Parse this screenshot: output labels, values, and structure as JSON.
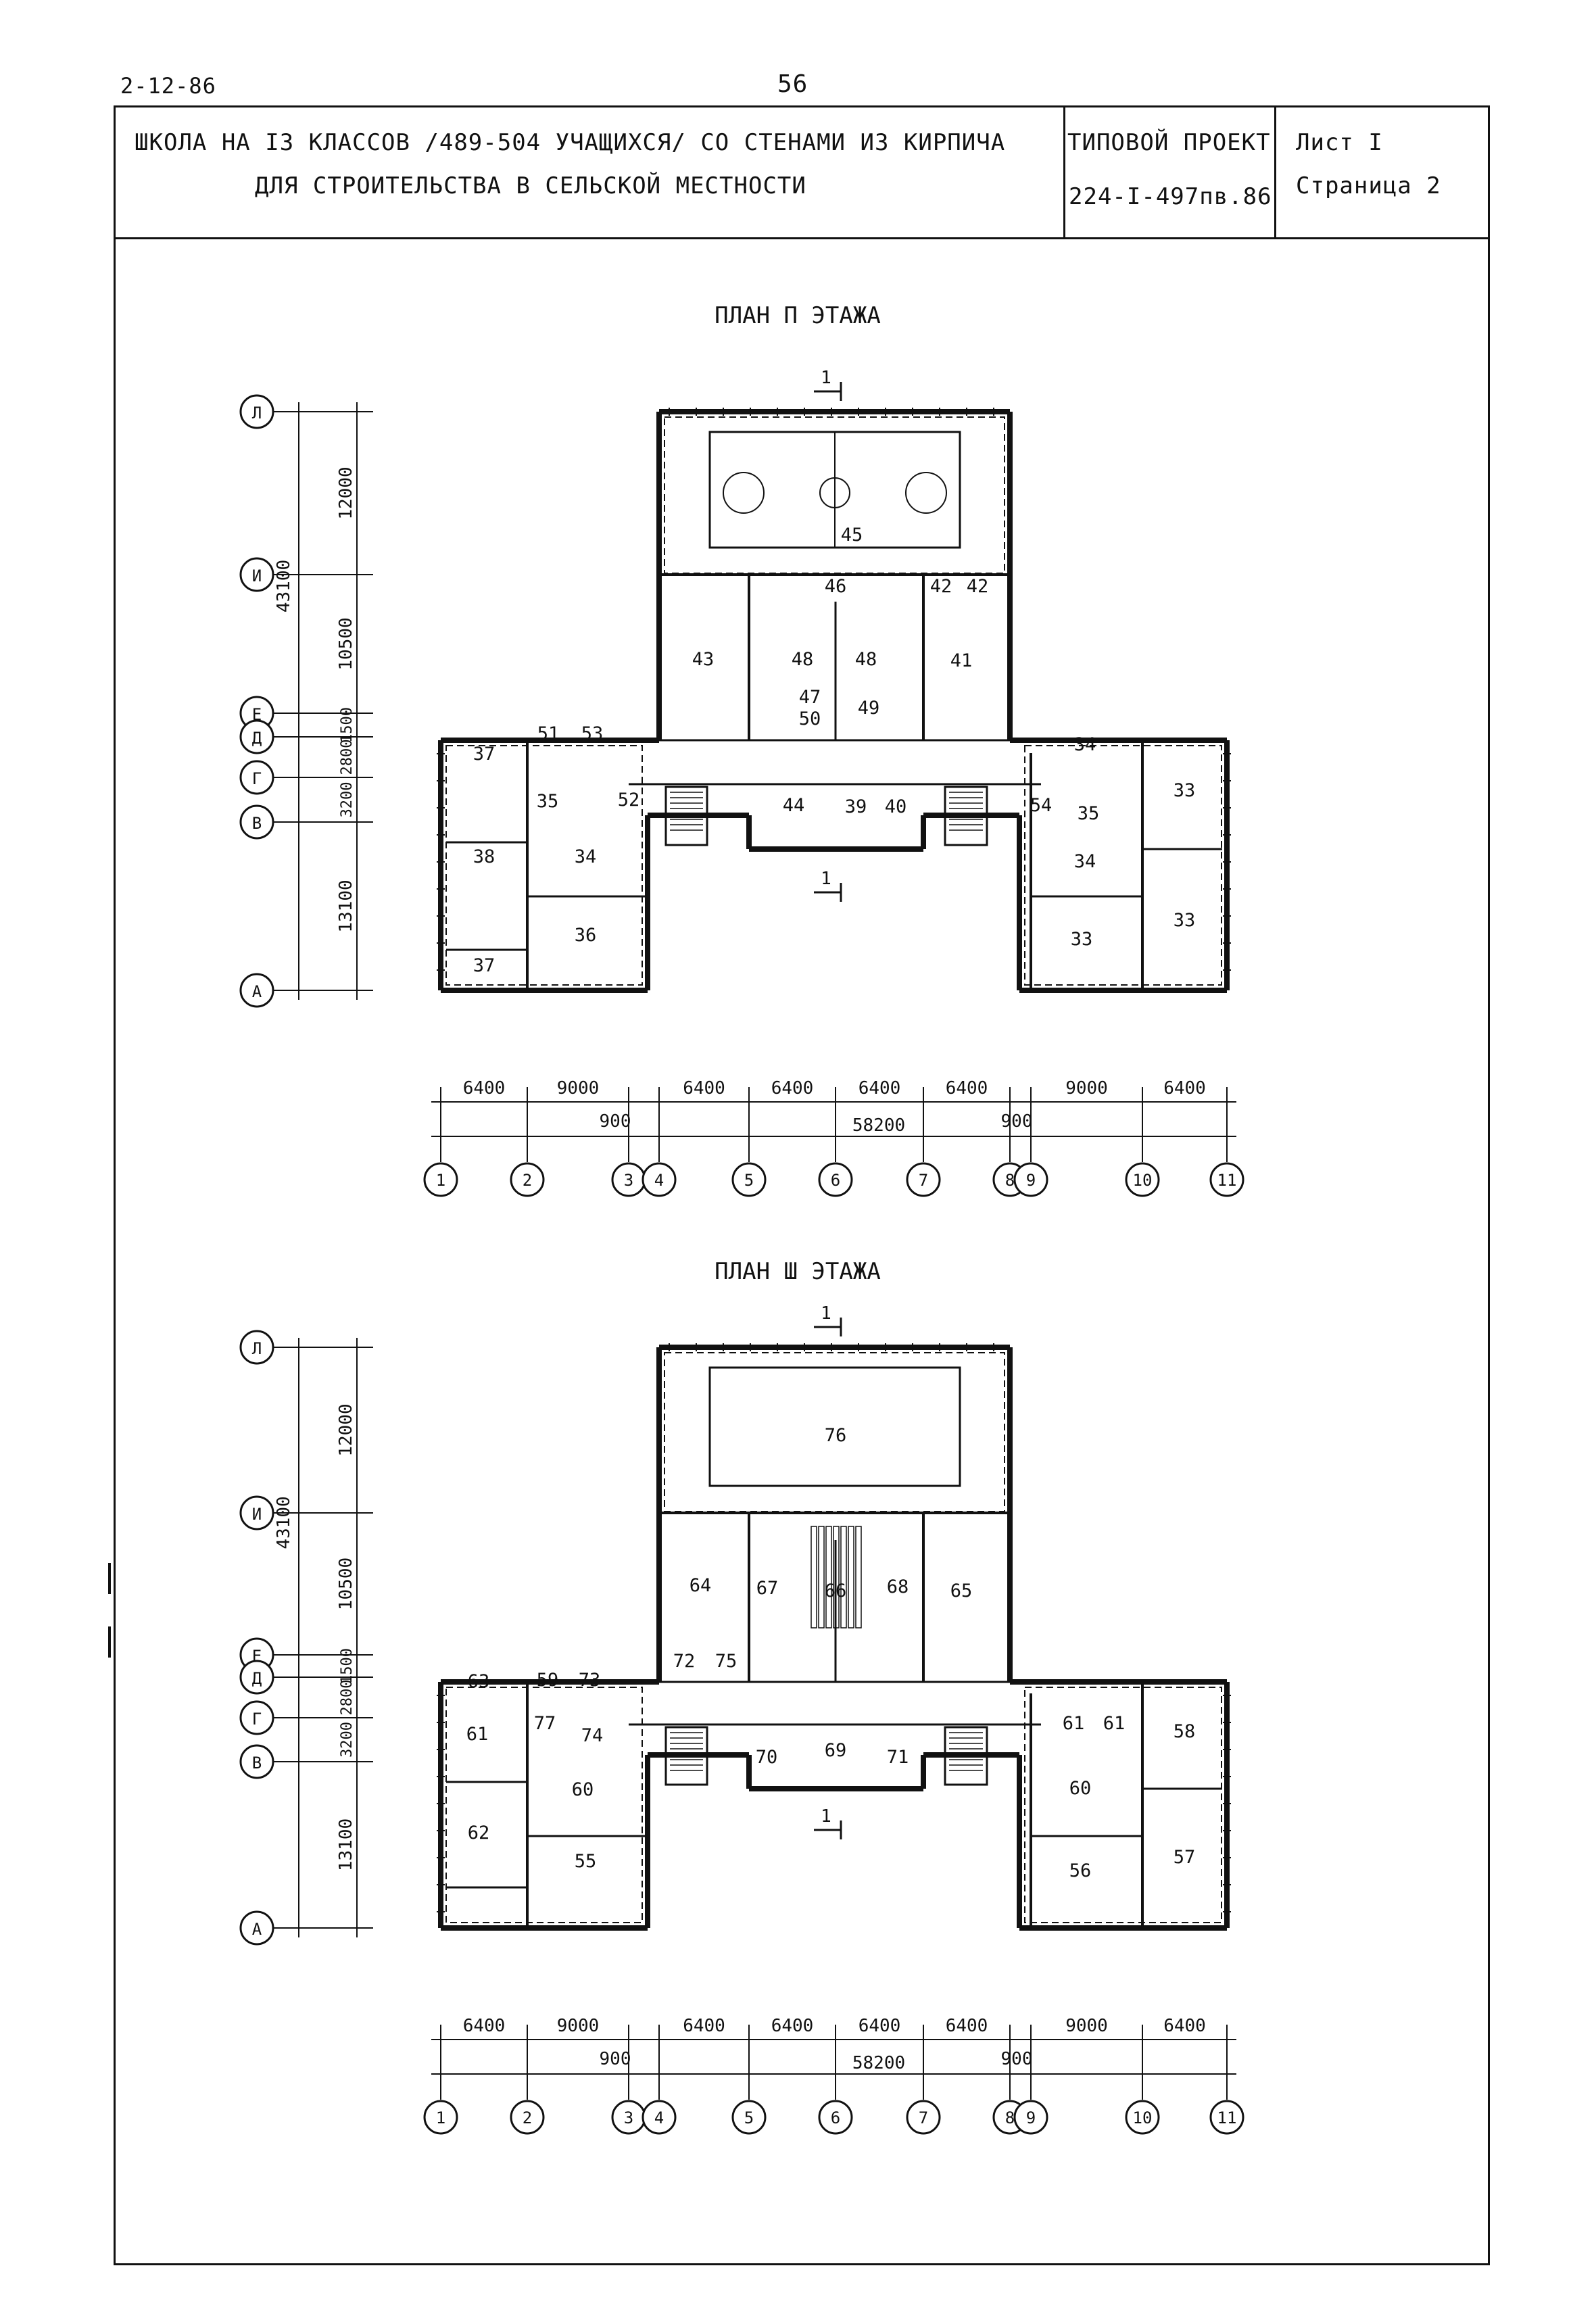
{
  "page": {
    "doc_code": "2-12-86",
    "page_number": "56"
  },
  "title_block": {
    "title_line1": "ШКОЛА НА I3 КЛАССОВ /489-504 УЧАЩИХСЯ/ СО СТЕНАМИ ИЗ КИРПИЧА",
    "title_line2": "ДЛЯ СТРОИТЕЛЬСТВА В СЕЛЬСКОЙ МЕСТНОСТИ",
    "project_label": "ТИПОВОЙ ПРОЕКТ",
    "project_code": "224-I-497пв.86",
    "sheet_label": "Лист I",
    "page_label": "Страница 2"
  },
  "plans": [
    {
      "title": "ПЛАН П ЭТАЖА",
      "section_mark": "1",
      "axes_letters": [
        "Л",
        "И",
        "Е",
        "Д",
        "Г",
        "В",
        "А"
      ],
      "axes_numbers": [
        "1",
        "2",
        "3",
        "4",
        "5",
        "6",
        "7",
        "8",
        "9",
        "10",
        "11"
      ],
      "vert_dims": [
        "12000",
        "10500",
        "1500",
        "2800",
        "3200",
        "13100"
      ],
      "vert_total": "43100",
      "horiz_dims": [
        "6400",
        "9000",
        "6400",
        "6400",
        "6400",
        "6400",
        "9000",
        "6400"
      ],
      "horiz_small": [
        "900",
        "900"
      ],
      "horiz_total": "58200",
      "rooms": [
        "45",
        "46",
        "42",
        "42",
        "43",
        "48",
        "48",
        "41",
        "47",
        "49",
        "50",
        "37",
        "51",
        "53",
        "35",
        "52",
        "44",
        "39",
        "40",
        "34",
        "54",
        "35",
        "33",
        "38",
        "34",
        "34",
        "36",
        "33",
        "33",
        "37"
      ]
    },
    {
      "title": "ПЛАН Ш ЭТАЖА",
      "section_mark": "1",
      "axes_letters": [
        "Л",
        "И",
        "Е",
        "Д",
        "Г",
        "В",
        "А"
      ],
      "axes_numbers": [
        "1",
        "2",
        "3",
        "4",
        "5",
        "6",
        "7",
        "8",
        "9",
        "10",
        "11"
      ],
      "vert_dims": [
        "12000",
        "10500",
        "1500",
        "2800",
        "3200",
        "13100"
      ],
      "vert_total": "43100",
      "horiz_dims": [
        "6400",
        "9000",
        "6400",
        "6400",
        "6400",
        "6400",
        "9000",
        "6400"
      ],
      "horiz_small": [
        "900",
        "900"
      ],
      "horiz_total": "58200",
      "rooms": [
        "76",
        "64",
        "67",
        "66",
        "68",
        "65",
        "72",
        "75",
        "63",
        "59",
        "73",
        "77",
        "74",
        "61",
        "70",
        "69",
        "71",
        "61",
        "61",
        "58",
        "60",
        "60",
        "62",
        "55",
        "56",
        "57"
      ]
    }
  ]
}
